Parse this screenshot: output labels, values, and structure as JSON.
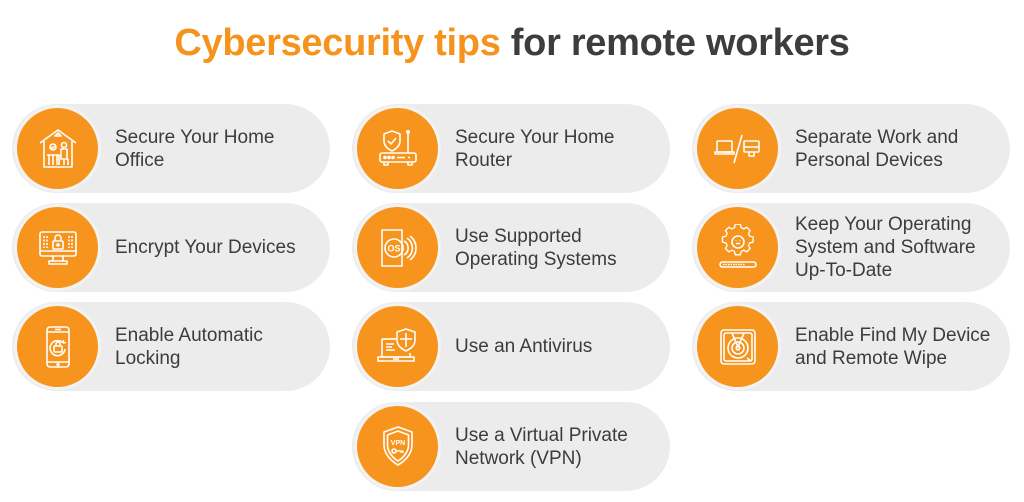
{
  "header": {
    "title_accent": "Cybersecurity tips",
    "title_rest": " for remote workers",
    "accent_color": "#F6931D",
    "text_color": "#3d3d3d"
  },
  "tips": [
    {
      "label": "Secure Your Home Office",
      "icon": "home-office-icon"
    },
    {
      "label": "Secure Your Home Router",
      "icon": "router-shield-icon"
    },
    {
      "label": "Separate Work and Personal Devices",
      "icon": "laptop-desktop-split-icon"
    },
    {
      "label": "Encrypt Your Devices",
      "icon": "monitor-lock-icon"
    },
    {
      "label": "Use Supported Operating Systems",
      "icon": "os-disc-icon"
    },
    {
      "label": "Keep Your Operating System and Software Up-To-Date",
      "icon": "gear-update-icon"
    },
    {
      "label": "Enable Automatic Locking",
      "icon": "phone-lock-icon"
    },
    {
      "label": "Use an Antivirus",
      "icon": "laptop-shield-icon"
    },
    {
      "label": "Enable Find My Device and Remote Wipe",
      "icon": "find-device-wipe-icon"
    },
    {
      "label": "Use a Virtual Private Network (VPN)",
      "icon": "vpn-shield-icon"
    }
  ],
  "colors": {
    "circle": "#F7941D",
    "pill": "#ececec",
    "icon_stroke": "#FFF3E0"
  }
}
